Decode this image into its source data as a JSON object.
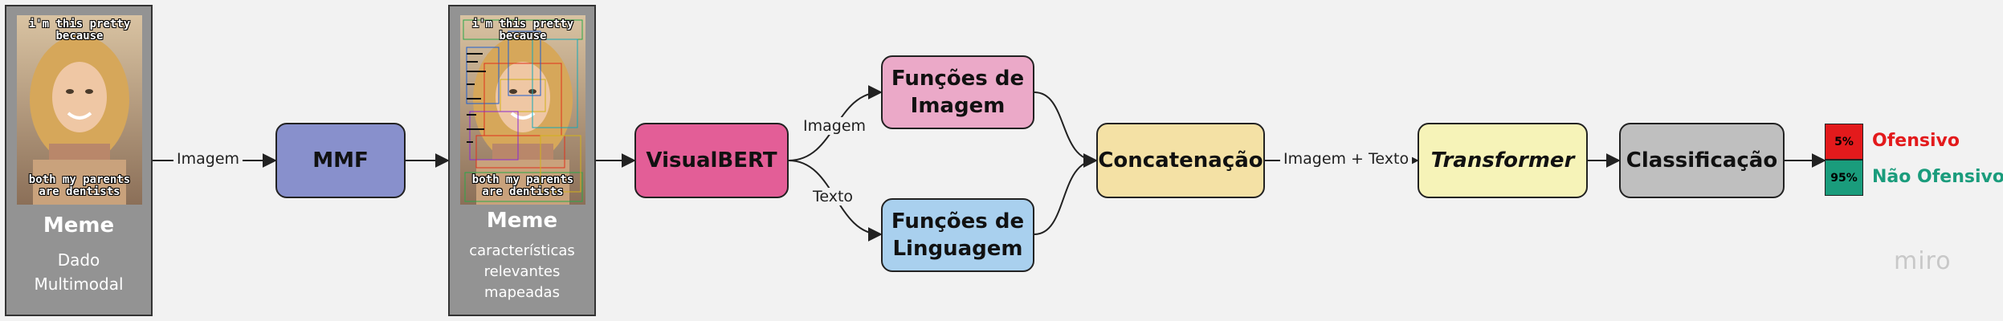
{
  "meme_input": {
    "caption_top": "i'm this pretty because",
    "caption_bottom": "both my parents are dentists",
    "title": "Meme",
    "subtitle_line1": "Dado",
    "subtitle_line2": "Multimodal"
  },
  "meme_features": {
    "caption_top": "i'm this pretty because",
    "caption_bottom": "both my parents are dentists",
    "title": "Meme",
    "subtitle_line1": "características",
    "subtitle_line2": "relevantes",
    "subtitle_line3": "mapeadas"
  },
  "nodes": {
    "mmf": "MMF",
    "visualbert": "VisualBERT",
    "image_features_line1": "Funções de",
    "image_features_line2": "Imagem",
    "language_features_line1": "Funções de",
    "language_features_line2": "Linguagem",
    "concat": "Concatenação",
    "transformer": "Transformer",
    "classification": "Classificação"
  },
  "edge_labels": {
    "image": "Imagem",
    "branch_image": "Imagem",
    "branch_text": "Texto",
    "image_text": "Imagem + Texto"
  },
  "result": {
    "offensive_pct": "5%",
    "offensive_label": "Ofensivo",
    "non_offensive_pct": "95%",
    "non_offensive_label": "Não Ofensivo"
  },
  "colors": {
    "mmf": "#8890cc",
    "visualbert": "#e35e97",
    "image_features": "#eba9c8",
    "language_features": "#a9d0ee",
    "concat": "#f4e1a5",
    "transformer": "#f6f3b8",
    "classification": "#bfbfbf",
    "offensive": "#e31a1c",
    "non_offensive": "#1a9c7c"
  },
  "watermark": "miro"
}
